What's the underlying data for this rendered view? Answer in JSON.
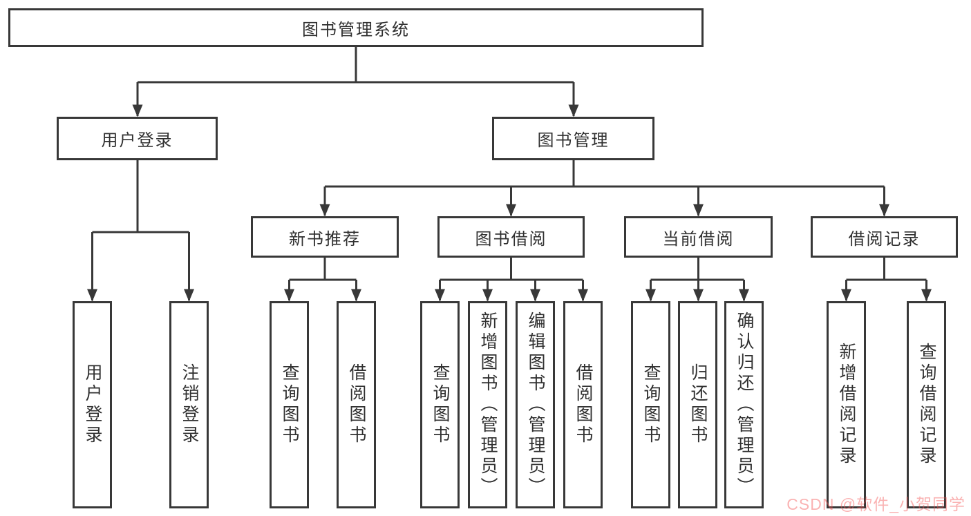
{
  "tree": {
    "root": {
      "label": "图书管理系统",
      "children": [
        {
          "label": "用户登录",
          "children": [
            {
              "label": "用户登录"
            },
            {
              "label": "注销登录"
            }
          ]
        },
        {
          "label": "图书管理",
          "children": [
            {
              "label": "新书推荐",
              "children": [
                {
                  "label": "查询图书"
                },
                {
                  "label": "借阅图书"
                }
              ]
            },
            {
              "label": "图书借阅",
              "children": [
                {
                  "label": "查询图书"
                },
                {
                  "label": "新增图书（管理员）"
                },
                {
                  "label": "编辑图书（管理员）"
                },
                {
                  "label": "借阅图书"
                }
              ]
            },
            {
              "label": "当前借阅",
              "children": [
                {
                  "label": "查询图书"
                },
                {
                  "label": "归还图书"
                },
                {
                  "label": "确认归还（管理员）"
                }
              ]
            },
            {
              "label": "借阅记录",
              "children": [
                {
                  "label": "新增借阅记录"
                },
                {
                  "label": "查询借阅记录"
                }
              ]
            }
          ]
        }
      ]
    }
  },
  "watermark": {
    "text": "CSDN @软件_小贺同学"
  },
  "colors": {
    "line": "#383838",
    "text": "#303030",
    "box_bg": "#ffffff",
    "background": "#ffffff",
    "watermark": "rgba(243,85,85,0.45)"
  }
}
